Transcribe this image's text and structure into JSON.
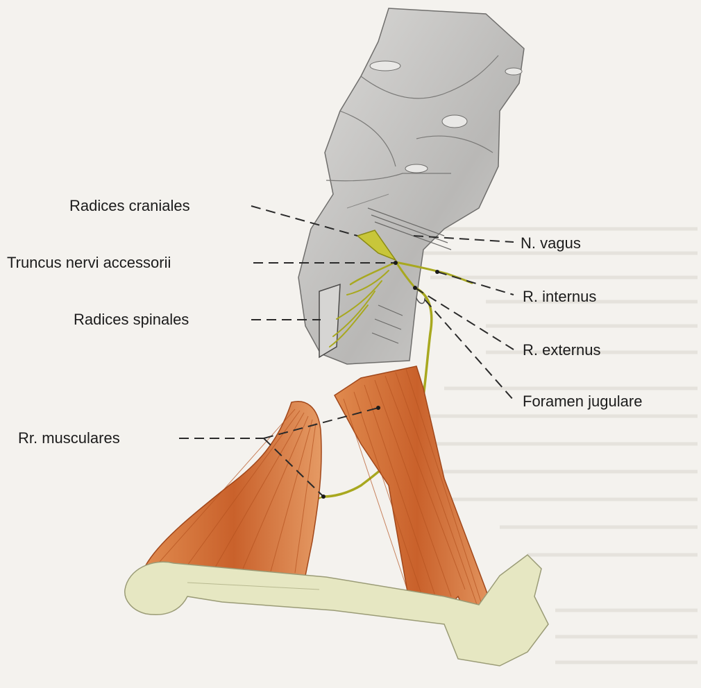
{
  "labels": {
    "radices_craniales": "Radices craniales",
    "truncus_nervi_accessorii": "Truncus nervi accessorii",
    "radices_spinales": "Radices spinales",
    "rr_musculares": "Rr. musculares",
    "n_vagus": "N. vagus",
    "r_internus": "R. internus",
    "r_externus": "R. externus",
    "foramen_jugulare": "Foramen jugulare"
  },
  "colors": {
    "nerve": "#a8a81f",
    "muscle": "#d4703a",
    "bone": "#e6e7c2",
    "brainstem": "#c9c8c6",
    "background": "#f4f2ee"
  }
}
